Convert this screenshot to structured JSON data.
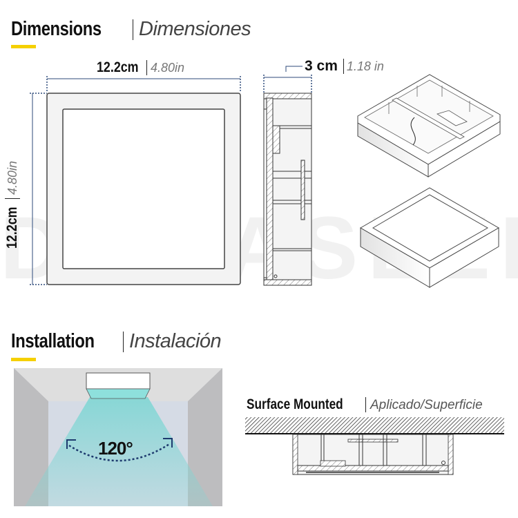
{
  "watermark": "DEMASLED",
  "dimensions_section": {
    "title_en": "Dimensions",
    "title_es": "Dimensiones",
    "accent_color": "#f5d000",
    "width_label_cm": "12.2cm",
    "width_label_in": "4.80in",
    "height_label_cm": "12.2cm",
    "height_label_in": "4.80in",
    "depth_label_cm": "3 cm",
    "depth_label_in": "1.18 in",
    "dimension_line_color": "#2d4a7a"
  },
  "installation_section": {
    "title_en": "Installation",
    "title_es": "Instalación",
    "beam_angle": "120°",
    "beam_color": "#7fd6d4",
    "mount_type_en": "Surface Mounted",
    "mount_type_es": "Aplicado/Superficie"
  }
}
